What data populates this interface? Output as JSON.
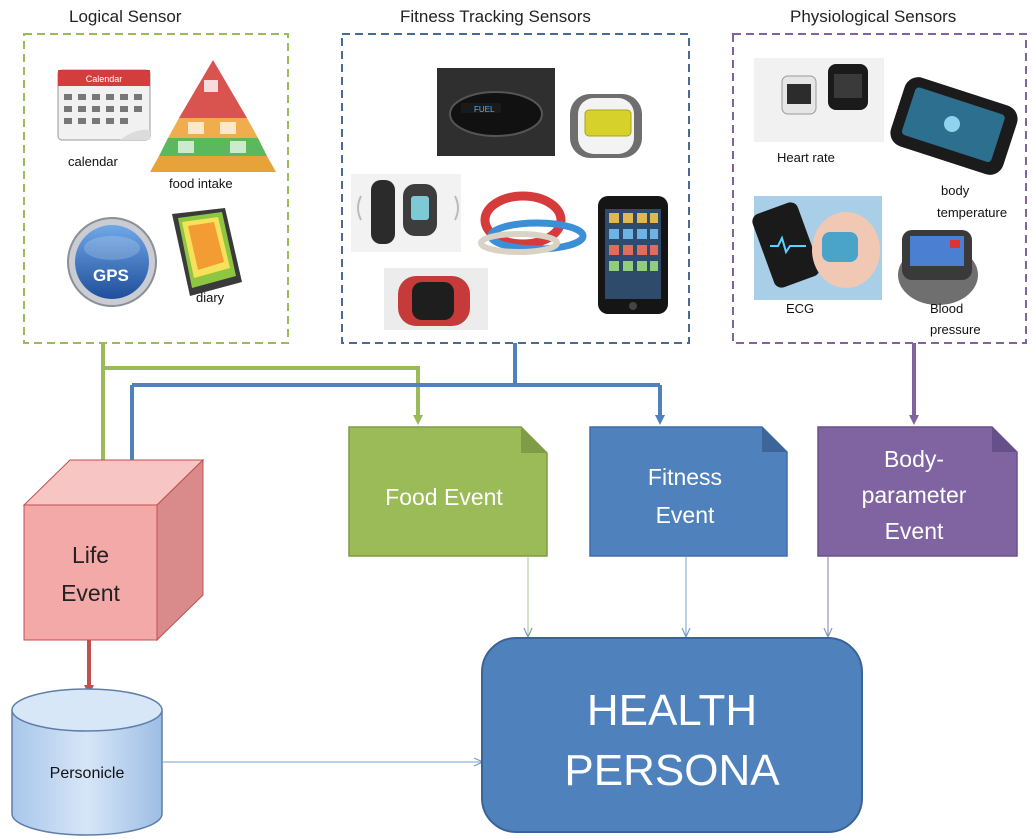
{
  "groups": {
    "logical": {
      "title": "Logical Sensor",
      "items": {
        "calendar": "calendar",
        "food_intake": "food intake",
        "gps": "GPS",
        "diary": "diary"
      },
      "calendar_header": "Calendar"
    },
    "fitness": {
      "title": "Fitness Tracking Sensors",
      "band_label": "FUEL"
    },
    "physiological": {
      "title": "Physiological Sensors",
      "items": {
        "heart_rate": "Heart rate",
        "body_temperature_1": "body",
        "body_temperature_2": "temperature",
        "ecg": "ECG",
        "blood_pressure_1": "Blood",
        "blood_pressure_2": "pressure"
      }
    }
  },
  "events": {
    "food": {
      "label": "Food Event"
    },
    "fitness": {
      "line1": "Fitness",
      "line2": "Event"
    },
    "body": {
      "line1": "Body-",
      "line2": "parameter",
      "line3": "Event"
    },
    "life": {
      "line1": "Life",
      "line2": "Event"
    }
  },
  "personicle": {
    "label": "Personicle"
  },
  "health_persona": {
    "line1": "HEALTH",
    "line2": "PERSONA"
  },
  "colors": {
    "green": "#9bbb59",
    "blue": "#4f81bd",
    "purple": "#8064a2",
    "red": "#c0504d",
    "life_fill": "#f4a9a9",
    "cylinder_fill": "#bcd4f0",
    "persona_fill": "#4f81bd"
  }
}
